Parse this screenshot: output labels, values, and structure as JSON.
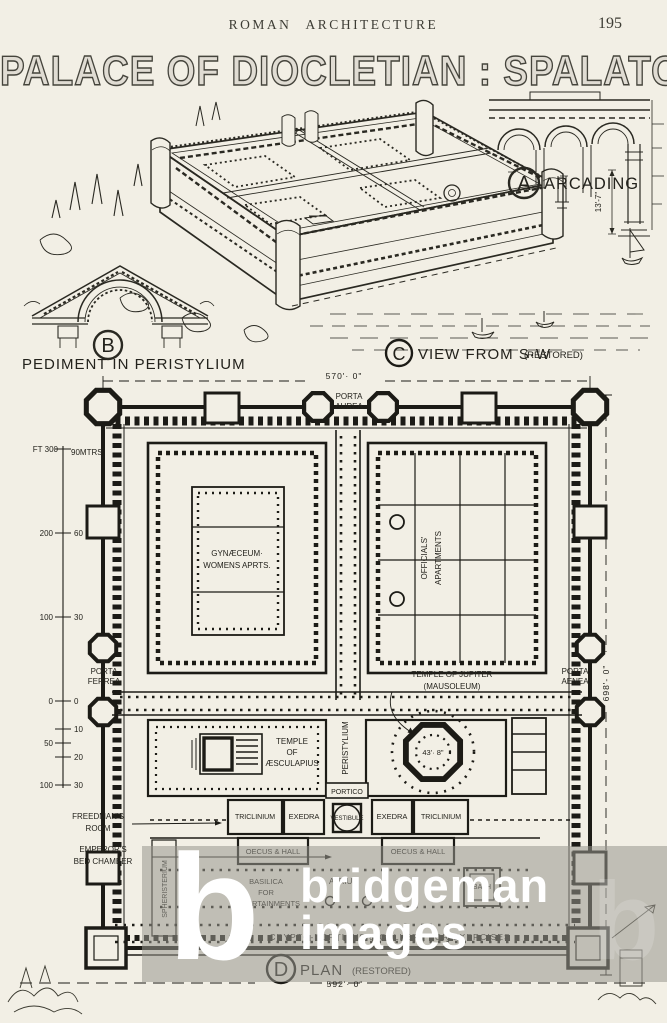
{
  "page": {
    "header": "ROMAN ARCHITECTURE",
    "page_number": "195",
    "title": "PALACE OF DIOCLETIAN : SPALATO"
  },
  "figures": {
    "a": {
      "letter": "A",
      "label": "ARCADING",
      "dimension": "13'-7\""
    },
    "b": {
      "letter": "B",
      "label": "PEDIMENT IN PERISTYLIUM"
    },
    "c": {
      "letter": "C",
      "label": "VIEW FROM S·W",
      "note": "(RESTORED)"
    },
    "d": {
      "letter": "D",
      "label": "PLAN",
      "note": "(RESTORED)"
    }
  },
  "plan": {
    "dim_top": "570'· 0\"",
    "dim_right": "698'- 0\"",
    "dim_bottom": "592'· 0\"",
    "dim_mausoleum": "43'· 8\"",
    "gates": {
      "north1": "PORTA",
      "north2": "AUREA",
      "west1": "PORTA",
      "west2": "FERREA",
      "east1": "PORTA",
      "east2": "AENEA"
    },
    "labels": {
      "gynaeceum1": "GYNÆCEUM·",
      "gynaeceum2": "WOMENS APRTS.",
      "officials1": "OFFICIALS'",
      "officials2": "APARTMENTS",
      "jupiter1": "TEMPLE OF JUPITER",
      "jupiter2": "(MAUSOLEUM)",
      "aesculapius1": "TEMPLE",
      "aesculapius2": "OF",
      "aesculapius3": "ÆSCULAPIUS",
      "peristylium": "PERISTYLIUM",
      "portico": "PORTICO",
      "vestibule": "VESTIBULE",
      "exedra": "EXEDRA",
      "triclinium": "TRICLINIUM",
      "oecus": "OECUS & HALL",
      "freedman1": "FREEDMAN'S",
      "freedman2": "ROOM",
      "emperor1": "EMPEROR'S",
      "emperor2": "BED CHAMBER",
      "spheristerium": "SPHERISTERIUM",
      "basilica1": "BASILICA",
      "basilica2": "FOR",
      "basilica3": "ENTERTAINMENTS",
      "atrium": "ATRIUM",
      "bath": "BATH",
      "cryptoporticus": "CRYPTO-PORTICUS & GALLERY FOR EXERCISES"
    }
  },
  "scale_bar": {
    "feet": [
      "FT 300",
      "200",
      "100",
      "0",
      "50",
      "100"
    ],
    "metres": [
      "90MTRS",
      "60",
      "30",
      "0",
      "10",
      "20",
      "30"
    ]
  },
  "watermark": {
    "logo": "b",
    "line1": "bridgeman",
    "line2": "images"
  }
}
